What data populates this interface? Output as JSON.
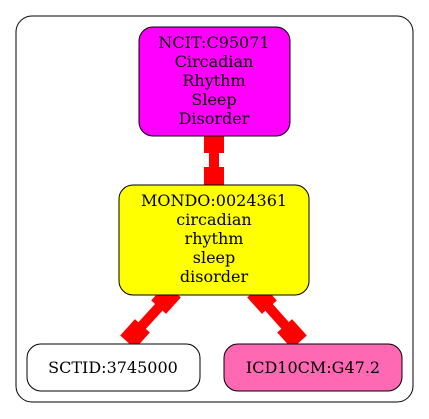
{
  "nodes": {
    "ncit": {
      "lines": [
        "NCIT:C95071",
        "Circadian",
        "Rhythm",
        "Sleep",
        "Disorder"
      ],
      "fill": "#ff00ff"
    },
    "mondo": {
      "lines": [
        "MONDO:0024361",
        "circadian",
        "rhythm",
        "sleep",
        "disorder"
      ],
      "fill": "#ffff00"
    },
    "sctid": {
      "lines": [
        "SCTID:3745000"
      ],
      "fill": "#ffffff"
    },
    "icd10cm": {
      "lines": [
        "ICD10CM:G47.2"
      ],
      "fill": "#ff69b4"
    }
  },
  "colors": {
    "edge": "#ff0000",
    "border": "#000000",
    "cluster_border": "#000000"
  }
}
